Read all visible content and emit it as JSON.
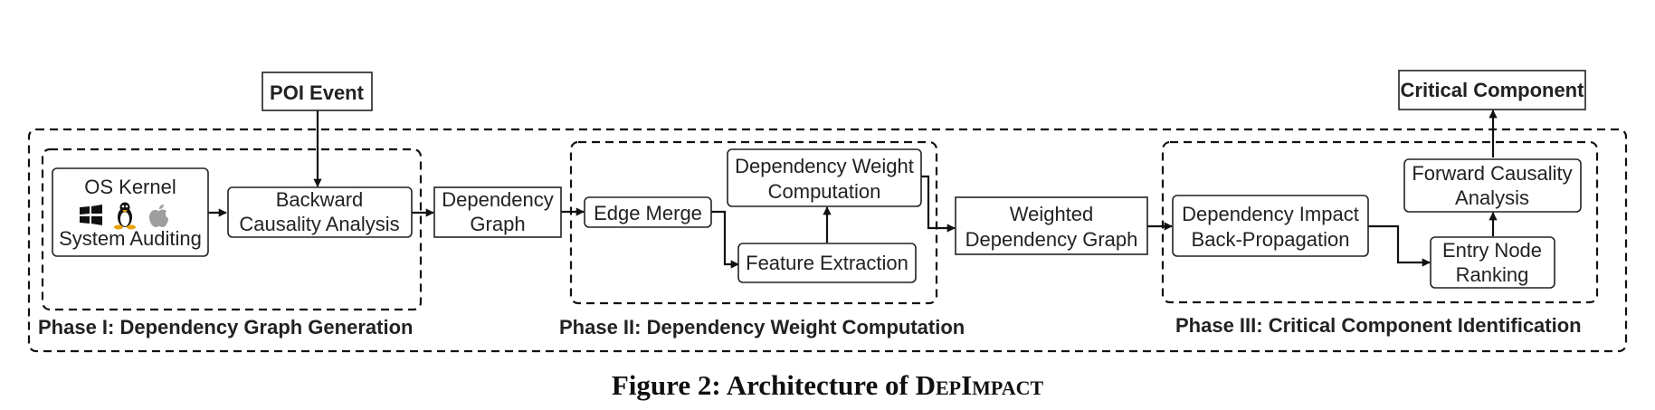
{
  "nodes": {
    "poi_event": "POI Event",
    "critical_component": "Critical Component",
    "os_kernel": [
      "OS Kernel",
      "System Auditing"
    ],
    "backward_causality": [
      "Backward",
      "Causality Analysis"
    ],
    "dependency_graph": [
      "Dependency",
      "Graph"
    ],
    "edge_merge": "Edge Merge",
    "dependency_weight_computation": [
      "Dependency Weight",
      "Computation"
    ],
    "feature_extraction": "Feature Extraction",
    "weighted_dependency_graph": [
      "Weighted",
      "Dependency Graph"
    ],
    "dependency_impact": [
      "Dependency Impact",
      "Back-Propagation"
    ],
    "forward_causality": [
      "Forward Causality",
      "Analysis"
    ],
    "entry_node_ranking": [
      "Entry Node",
      "Ranking"
    ]
  },
  "os_icons": [
    "windows-logo",
    "linux-tux-logo",
    "apple-logo"
  ],
  "phases": {
    "phase1": "Phase I: Dependency Graph Generation",
    "phase2": "Phase II: Dependency Weight Computation",
    "phase3": "Phase III: Critical Component Identification"
  },
  "caption": {
    "prefix": "Figure 2: Architecture of ",
    "name": "DepImpact"
  }
}
